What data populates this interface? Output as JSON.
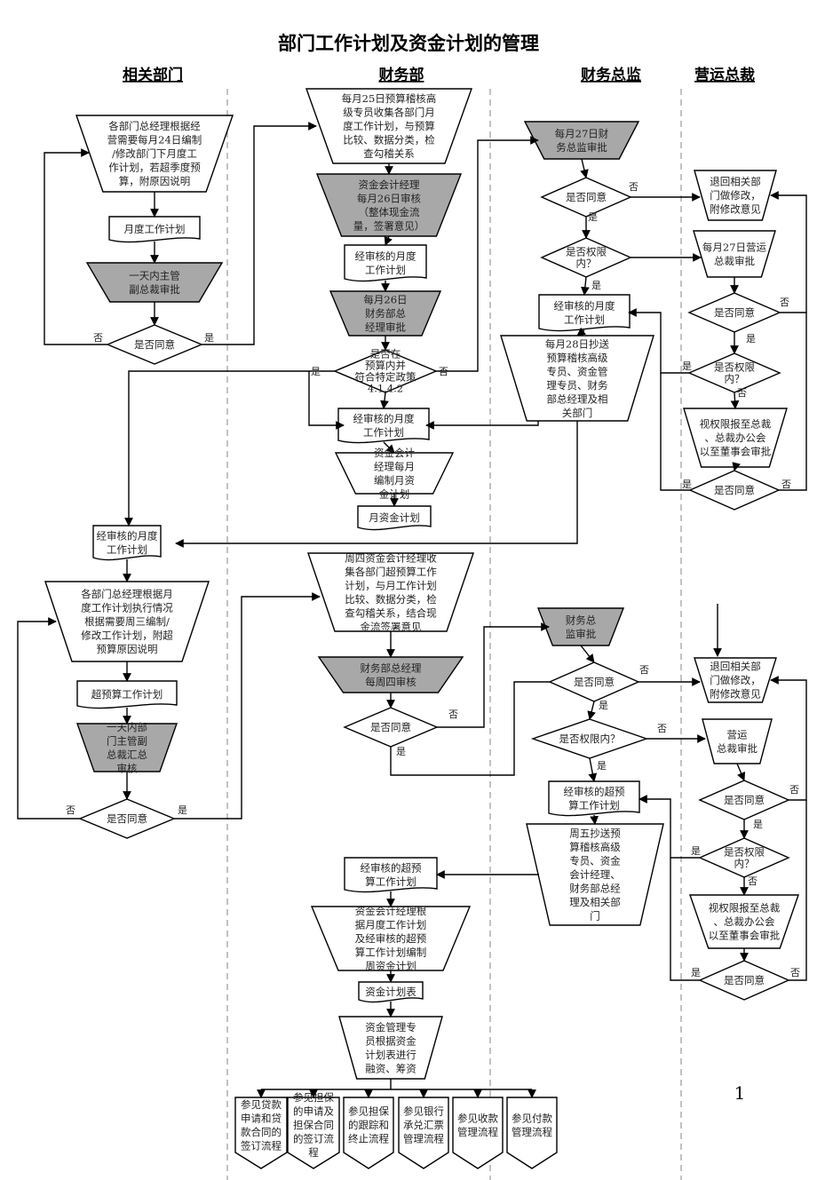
{
  "title": "部门工作计划及资金计划的管理",
  "lanes": [
    "相关部门",
    "财务部",
    "财务总监",
    "营运总裁"
  ],
  "page_number": "1",
  "yes": "是",
  "no": "否",
  "nodes": {
    "d1": [
      "各部门总经理根据经",
      "营需要每月24日编制",
      "/修改部门下月度工",
      "作计划，若超季度预",
      "算，附原因说明"
    ],
    "d2": [
      "月度工作计划"
    ],
    "d3": [
      "一天内主管",
      "副总裁审批"
    ],
    "d4": [
      "是否同意"
    ],
    "f1": [
      "每月25日预算稽核高",
      "级专员收集各部门月",
      "度工作计划，与预算",
      "比较、数据分类，检",
      "查勾稽关系"
    ],
    "f2": [
      "资金会计经理",
      "每月26日审核",
      "（整体现金流",
      "量，签署意见）"
    ],
    "f3": [
      "经审核的月度",
      "工作计划"
    ],
    "f4": [
      "每月26日",
      "财务部总",
      "经理审批"
    ],
    "f5": [
      "是否在",
      "预算内并",
      "符合特定政策",
      "4.1,4.2"
    ],
    "f6": [
      "经审核的月度",
      "工作计划"
    ],
    "f7": [
      "资金会计",
      "经理每月",
      "编制月资",
      "金计划"
    ],
    "f8": [
      "月资金计划"
    ],
    "c1": [
      "每月27日财",
      "务总监审批"
    ],
    "c2": [
      "是否同意"
    ],
    "c3": [
      "是否权限",
      "内？"
    ],
    "c4": [
      "经审核的月度",
      "工作计划"
    ],
    "c5": [
      "每月28日抄送",
      "预算稽核高级",
      "专员、资金管",
      "理专员、财务",
      "部总经理及相",
      "关部门"
    ],
    "o1": [
      "退回相关部",
      "门做修改，",
      "附修改意见"
    ],
    "o2": [
      "每月27日营运",
      "总裁审批"
    ],
    "o3": [
      "是否同意"
    ],
    "o4": [
      "是否权限",
      "内？"
    ],
    "o5": [
      "视权限报至总裁",
      "、总裁办公会",
      "以至董事会审批"
    ],
    "o6": [
      "是否同意"
    ],
    "d5": [
      "经审核的月度",
      "工作计划"
    ],
    "d6": [
      "各部门总经理根据月",
      "度工作计划执行情况",
      "根据需要周三编制/",
      "修改工作计划，附超",
      "预算原因说明"
    ],
    "d7": [
      "超预算工作计划"
    ],
    "d8": [
      "一天内部",
      "门主管副",
      "总裁汇总",
      "审核"
    ],
    "d9": [
      "是否同意"
    ],
    "f9": [
      "周四资金会计经理收",
      "集各部门超预算工作",
      "计划，与月工作计划",
      "比较、数据分类，检",
      "查勾稽关系，结合现",
      "金流签署意见"
    ],
    "f10": [
      "财务部总经理",
      "每周四审核"
    ],
    "f11": [
      "是否同意"
    ],
    "c6": [
      "财务总",
      "监审批"
    ],
    "c7": [
      "是否同意"
    ],
    "c8": [
      "是否权限内？"
    ],
    "c9": [
      "经审核的超预",
      "算工作计划"
    ],
    "c10": [
      "周五抄送预",
      "算稽核高级",
      "专员、资金",
      "会计经理、",
      "财务部总经",
      "理及相关部",
      "门"
    ],
    "o7": [
      "退回相关部",
      "门做修改，",
      "附修改意见"
    ],
    "o8": [
      "营运",
      "总裁审批"
    ],
    "o9": [
      "是否同意"
    ],
    "o10": [
      "是否权限",
      "内？"
    ],
    "o11": [
      "视权限报至总裁",
      "、总裁办公会",
      "以至董事会审批"
    ],
    "o12": [
      "是否同意"
    ],
    "f12": [
      "经审核的超预",
      "算工作计划"
    ],
    "f13": [
      "资金会计经理根",
      "据月度工作计划",
      "及经审核的超预",
      "算工作计划编制",
      "周资金计划"
    ],
    "f14": [
      "资金计划表"
    ],
    "f15": [
      "资金管理专",
      "员根据资金",
      "计划表进行",
      "融资、筹资"
    ],
    "r1": [
      "参见贷款",
      "申请和贷",
      "款合同的",
      "签订流程"
    ],
    "r2": [
      "参见担保",
      "的申请及",
      "担保合同",
      "的签订流",
      "程"
    ],
    "r3": [
      "参见担保",
      "的跟踪和",
      "终止流程"
    ],
    "r4": [
      "参见银行",
      "承兑汇票",
      "管理流程"
    ],
    "r5": [
      "参见收款",
      "管理流程"
    ],
    "r6": [
      "参见付款",
      "管理流程"
    ]
  }
}
